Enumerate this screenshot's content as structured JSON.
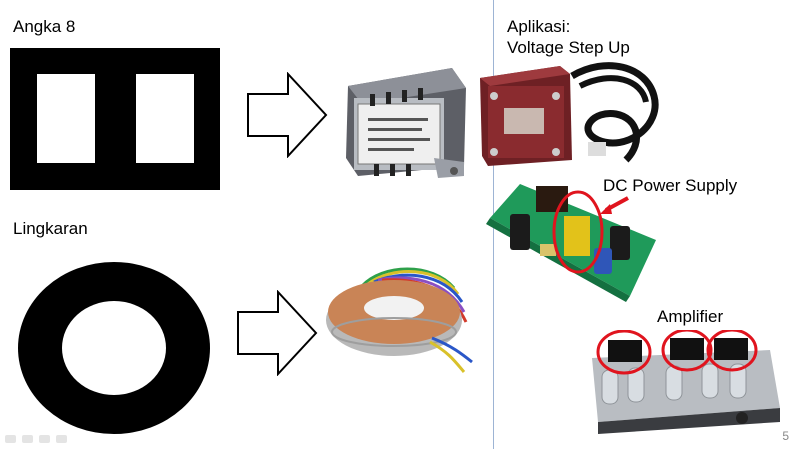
{
  "slide": {
    "left_top_label": "Angka 8",
    "left_bottom_label": "Lingkaran",
    "app_title_line1": "Aplikasi:",
    "app_title_line2": "Voltage Step Up",
    "dc_label": "DC Power Supply",
    "amp_label": "Amplifier",
    "page_number": "5"
  },
  "colors": {
    "divider": "#9db4d4",
    "highlight_circle": "#e0141e",
    "pcb_green": "#1f9a5a",
    "stepup_red": "#8a2b2f",
    "copper": "#c07a4a"
  },
  "icons": {
    "core_shape_8": "eight-core-icon",
    "core_shape_ring": "ring-core-icon",
    "arrow": "arrow-right-icon"
  }
}
